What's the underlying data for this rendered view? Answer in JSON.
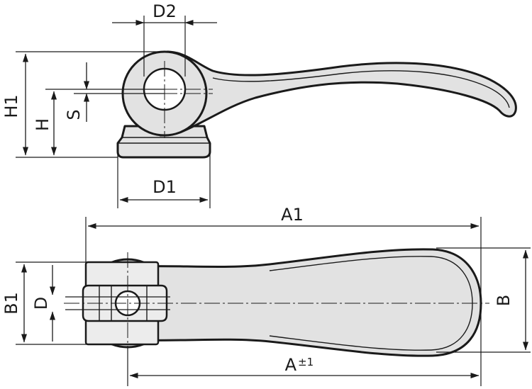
{
  "labels": {
    "d2": "D2",
    "h1": "H1",
    "h": "H",
    "s": "S",
    "d1": "D1",
    "a1": "A1",
    "b1": "B1",
    "d": "D",
    "b": "B",
    "a": "A",
    "a_tolerance": "±1"
  },
  "colors": {
    "part_fill": "#e2e2e2",
    "line": "#1a1a1a",
    "background": "#ffffff"
  }
}
